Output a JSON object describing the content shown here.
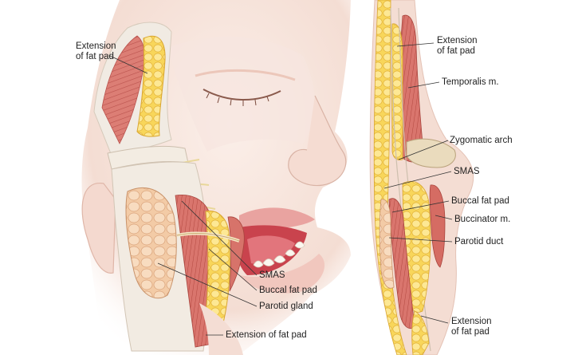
{
  "left_view": {
    "labels": {
      "extension_top": [
        "Extension",
        "of fat pad"
      ],
      "smas": "SMAS",
      "buccal_fat_pad": "Buccal fat pad",
      "parotid_gland": "Parotid gland",
      "extension_bottom": "Extension of fat pad"
    }
  },
  "right_view": {
    "labels": {
      "extension_top": [
        "Extension",
        "of fat pad"
      ],
      "temporalis": "Temporalis m.",
      "zygomatic_arch": "Zygomatic arch",
      "smas": "SMAS",
      "buccal_fat_pad": "Buccal fat pad",
      "buccinator": "Buccinator m.",
      "parotid_duct": "Parotid duct",
      "extension_bottom": [
        "Extension",
        "of fat pad"
      ]
    }
  },
  "colors": {
    "skin": "#f6e3dc",
    "skin_shadow": "#eccabd",
    "muscle": "#d9776f",
    "muscle_dark": "#b9514c",
    "fat": "#f5cc45",
    "fat_light": "#fbe27c",
    "parotid": "#f2c7a1",
    "fascia": "#efe8df",
    "bone": "#e8d7b8",
    "leader_line": "#333333"
  }
}
